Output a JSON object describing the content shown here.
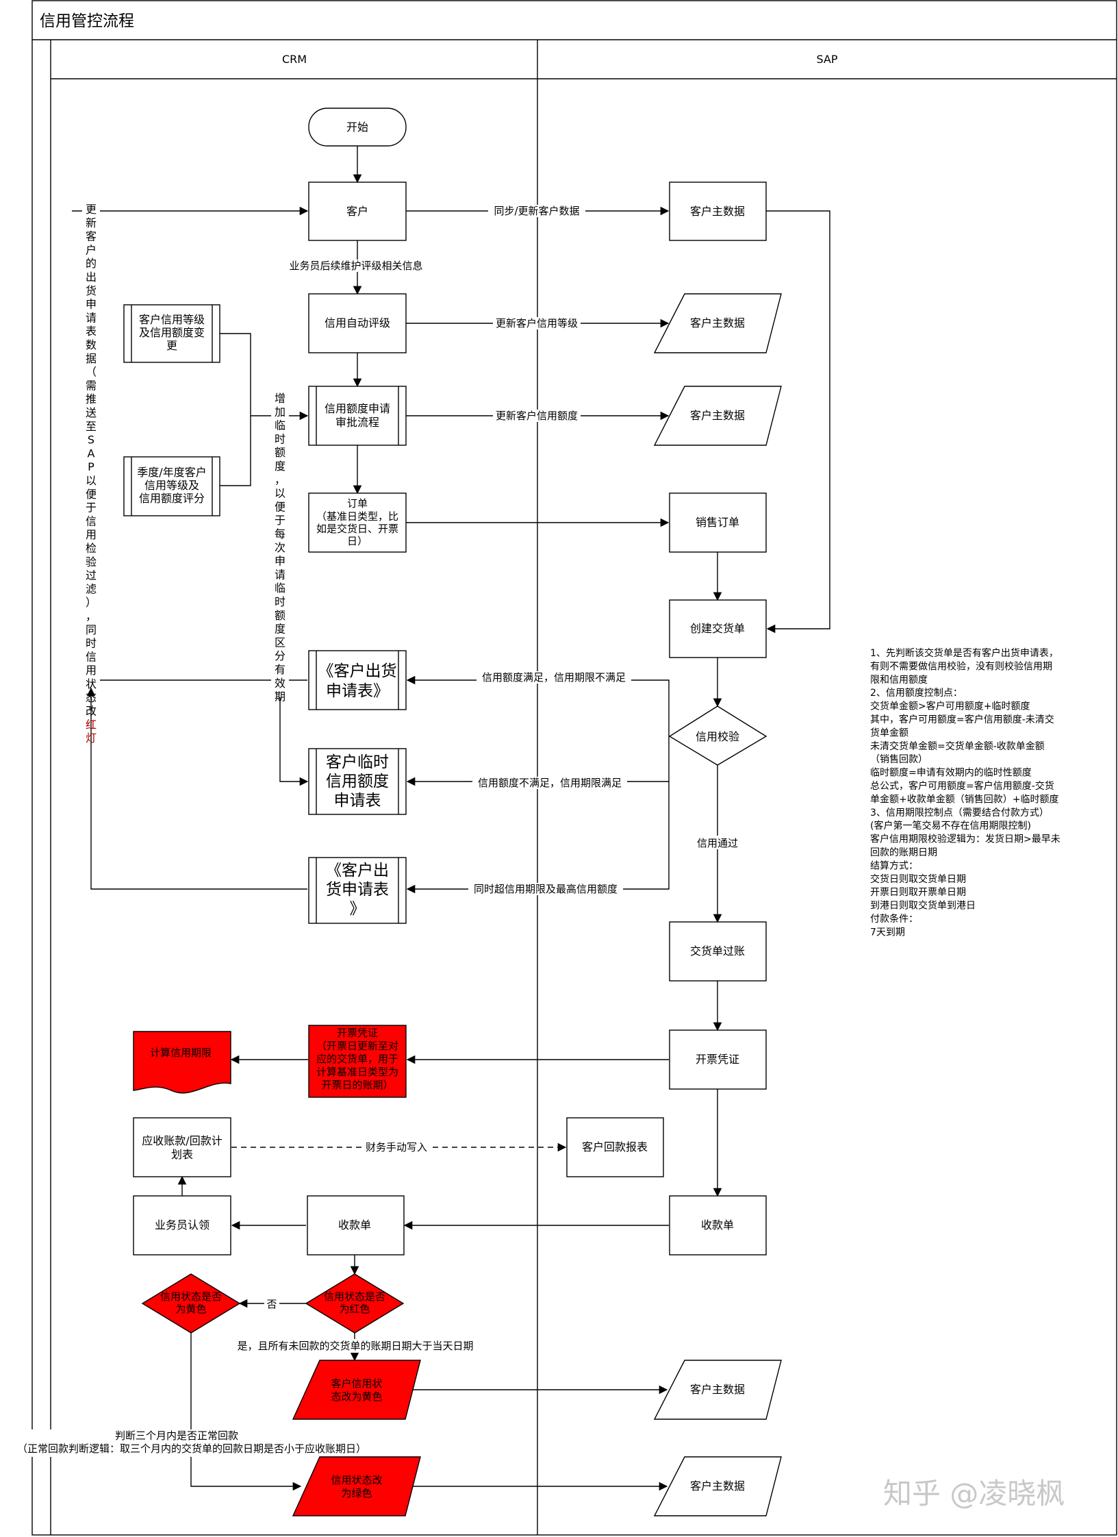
{
  "title": "信用管控流程",
  "lanes": {
    "crm": "CRM",
    "sap": "SAP"
  },
  "nodes": {
    "start": "开始",
    "customer": "客户",
    "customer_master1": "客户主数据",
    "auto_rating": "信用自动评级",
    "customer_master2": "客户主数据",
    "credit_change": [
      "客户信用等级",
      "及信用额度变",
      "更"
    ],
    "credit_apply": [
      "信用额度申请",
      "审批流程"
    ],
    "customer_master3": "客户主数据",
    "quarterly": [
      "季度/年度客户",
      "信用等级及",
      "信用额度评分"
    ],
    "order": [
      "订单",
      "（基准日类型，比",
      "如是交货日、开票",
      "日）"
    ],
    "sales_order": "销售订单",
    "create_delivery": "创建交货单",
    "ship_request1": [
      "《客户出货",
      "申请表》"
    ],
    "credit_check": "信用校验",
    "temp_apply": [
      "客户临时",
      "信用额度",
      "申请表"
    ],
    "ship_request2": [
      "《客户出",
      "货申请表",
      "》"
    ],
    "delivery_post": "交货单过账",
    "invoice_crm": [
      "开票凭证",
      "（开票日更新至对",
      "应的交货单，用于",
      "计算基准日类型为",
      "开票日的账期）"
    ],
    "invoice_sap": "开票凭证",
    "calc_period": "计算信用期限",
    "ar_plan": [
      "应收账款/回款计",
      "划表"
    ],
    "payment_report": "客户回款报表",
    "salesman_claim": "业务员认领",
    "receipt_crm": "收款单",
    "receipt_sap": "收款单",
    "is_yellow": [
      "信用状态是否",
      "为黄色"
    ],
    "is_red": [
      "信用状态是否",
      "为红色"
    ],
    "to_yellow": [
      "客户信用状",
      "态改为黄色"
    ],
    "customer_master4": "客户主数据",
    "to_green": [
      "信用状态改",
      "为绿色"
    ],
    "customer_master5": "客户主数据"
  },
  "edge_labels": {
    "sync_customer": "同步/更新客户数据",
    "salesman_maintain": "业务员后续维护评级相关信息",
    "update_grade": "更新客户信用等级",
    "update_limit": "更新客户信用额度",
    "limit_ok_period_not": "信用额度满足，信用期限不满足",
    "limit_not_period_ok": "信用额度不满足，信用期限满足",
    "both_exceed": "同时超信用期限及最高信用额度",
    "credit_pass": "信用通过",
    "finance_manual": "财务手动写入",
    "no": "否",
    "yes_all_future": "是，且所有未回款的交货单的账期日期大于当天日期",
    "judge_3m_line1": "判断三个月内是否正常回款",
    "judge_3m_line2": "（正常回款判断逻辑：取三个月内的交货单的回款日期是否小于应收账期日）"
  },
  "vertical_notes": {
    "left_main": "更新客户的出货申请表数据（需推送至SAP以便于信用检验过滤），同时信用状态改",
    "left_red": "红灯",
    "temp_limit": "增加临时额度，以便于每次申请临时额度区分有效期"
  },
  "notes": [
    "1、先判断该交货单是否有客户出货申请表，",
    "有则不需要做信用校验，没有则校验信用期",
    "限和信用额度",
    "2、信用额度控制点：",
    "交货单金额>客户可用额度+临时额度",
    "其中，客户可用额度=客户信用额度-未清交",
    "货单金额",
    "未清交货单金额=交货单金额-收款单金额",
    "（销售回款）",
    "临时额度=申请有效期内的临时性额度",
    "总公式，客户可用额度=客户信用额度-交货",
    "单金额+收款单金额（销售回款）+临时额度",
    "3、信用期限控制点（需要结合付款方式）",
    "(客户第一笔交易不存在信用期限控制)",
    "客户信用期限校验逻辑为：发货日期>最早未",
    "回款的账期日期",
    "结算方式：",
    "交货日则取交货单日期",
    "开票日则取开票单日期",
    "到港日则取交货单到港日",
    "付款条件：",
    "7天到期"
  ],
  "watermark": "知乎 @凌晓枫"
}
